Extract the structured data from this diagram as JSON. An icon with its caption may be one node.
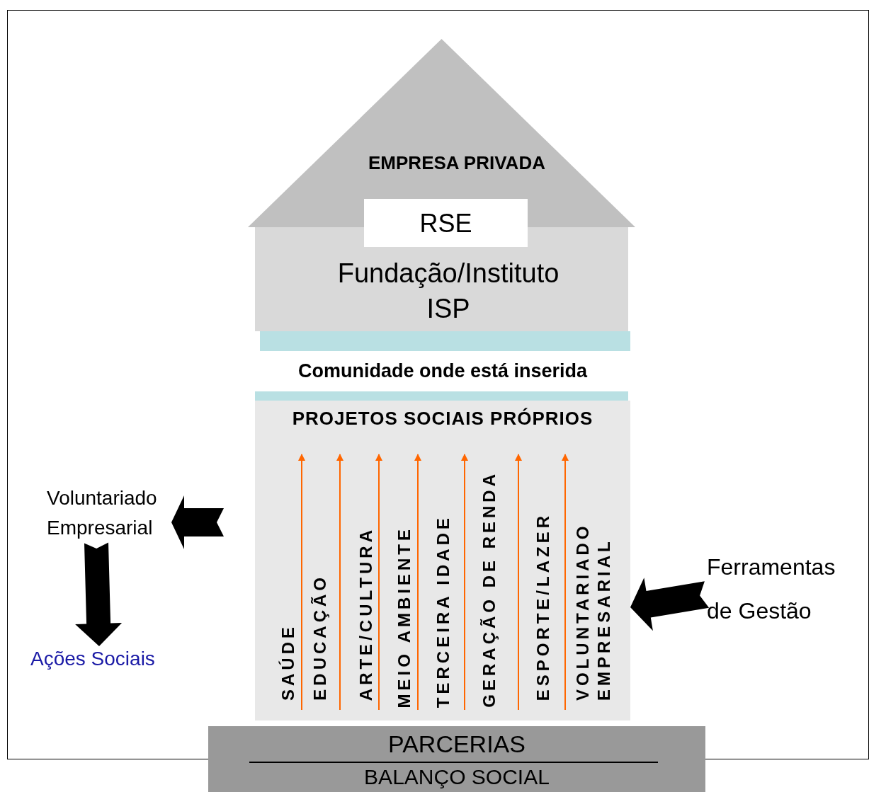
{
  "diagram": {
    "nodes": [
      {
        "text": [
          "EMPRESA PRIVADA"
        ]
      },
      {
        "text": [
          "RSE"
        ]
      },
      {
        "text": [
          "Fundação/Instituto ISP"
        ]
      },
      {
        "text": [
          "Comunidade onde está inserida"
        ]
      },
      {
        "text": [
          "PROJETOS SOCIAIS PRÓPRIOS"
        ]
      },
      {
        "text": [
          "Voluntariado Empresarial"
        ]
      },
      {
        "text": [
          "Ações Sociais"
        ]
      },
      {
        "text": [
          "Ferramentas de Gestão"
        ]
      },
      {
        "text": [
          "PARCERIAS",
          "BALANÇO SOCIAL"
        ]
      }
    ],
    "edges": [
      {
        "from": null,
        "to": 5,
        "arrow": "to"
      },
      {
        "from": 5,
        "to": 6,
        "arrow": "to"
      },
      {
        "from": 7,
        "to": 4,
        "arrow": "to"
      }
    ],
    "labels": [
      "SAÚDE",
      "EDUCAÇÃO",
      "ARTE/CULTURA",
      "MEIO AMBIENTE",
      "TERCEIRA IDADE",
      "GERAÇÃO DE RENDA",
      "ESPORTE/LAZER",
      "VOLUNTARIADO EMPRESARIAL"
    ]
  }
}
